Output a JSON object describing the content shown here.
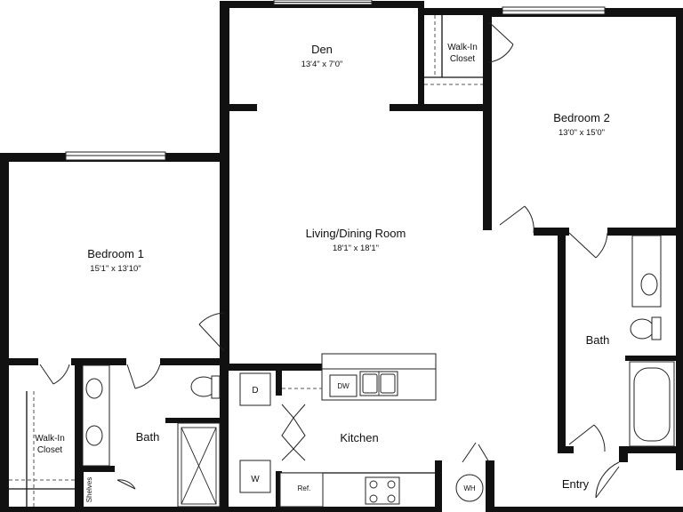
{
  "rooms": {
    "den": {
      "name": "Den",
      "dims": "13'4\" x 7'0\""
    },
    "bedroom2": {
      "name": "Bedroom 2",
      "dims": "13'0\" x 15'0\""
    },
    "walkin_closet_top": {
      "line1": "Walk-In",
      "line2": "Closet"
    },
    "living": {
      "name": "Living/Dining Room",
      "dims": "18'1\" x 18'1\""
    },
    "bedroom1": {
      "name": "Bedroom 1",
      "dims": "15'1\" x 13'10\""
    },
    "bath_right": {
      "name": "Bath"
    },
    "bath_left": {
      "name": "Bath"
    },
    "walkin_closet_left": {
      "line1": "Walk-In",
      "line2": "Closet"
    },
    "kitchen": {
      "name": "Kitchen"
    },
    "entry": {
      "name": "Entry"
    }
  },
  "fixtures": {
    "dryer": "D",
    "washer": "W",
    "dishwasher": "DW",
    "refrigerator": "Ref.",
    "water_heater": "WH",
    "shelves": "Shelves"
  }
}
